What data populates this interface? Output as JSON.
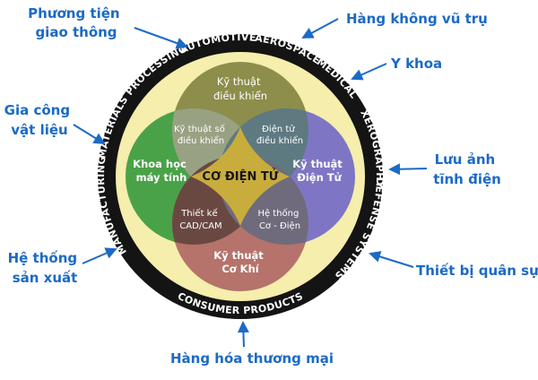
{
  "diagram": {
    "colors": {
      "ring": "#141414",
      "inner_bg": "#f5eeac",
      "control": "#8d8e4b",
      "computer": "#4aa248",
      "electronics": "#7e76c4",
      "mechanical": "#b5736b",
      "digital_control": "#99a183",
      "control_electronics": "#5e7a80",
      "cad_cam": "#6a4842",
      "electromech": "#6f6b7d",
      "center": "#c8ad3d",
      "ring_text": "#ffffff",
      "callout": "#1b6ac6"
    },
    "ring_labels": {
      "manufacturing": "MANUFACTURING",
      "materials_processing": "MATERIALS PROCESSING",
      "automotive": "AUTOMOTIVE",
      "aerospace": "AEROSPACE",
      "medical": "MEDICAL",
      "xerography": "XEROGRAPHY",
      "defense_systems": "DEFENSE SYSTEMS",
      "consumer_products": "CONSUMER PRODUCTS"
    },
    "fields": {
      "control": {
        "lines": [
          "Kỹ thuật",
          "điều khiển"
        ]
      },
      "computer_science": {
        "lines": [
          "Khoa học",
          "máy tính"
        ]
      },
      "electronics": {
        "lines": [
          "Kỹ thuật",
          "Điện Tử"
        ]
      },
      "mechanical": {
        "lines": [
          "Kỹ thuật",
          "Cơ Khí"
        ]
      },
      "digital_control": {
        "lines": [
          "Kỹ thuật số",
          "điều khiển"
        ]
      },
      "control_electronics": {
        "lines": [
          "Điện tử",
          "điều khiển"
        ]
      },
      "cad_cam": {
        "lines": [
          "Thiết kế",
          "CAD/CAM"
        ]
      },
      "electromechanics": {
        "lines": [
          "Hệ thống",
          "Cơ - Điện"
        ]
      },
      "center": "CƠ ĐIỆN TỬ"
    },
    "callouts": {
      "transport": {
        "lines": [
          "Phương tiện",
          "giao thông"
        ]
      },
      "aerospace": {
        "lines": [
          "Hàng không vũ trụ"
        ]
      },
      "medical": {
        "lines": [
          "Y khoa"
        ]
      },
      "materials": {
        "lines": [
          "Gia công",
          "vật liệu"
        ]
      },
      "xerography": {
        "lines": [
          "Lưu ảnh",
          "tĩnh điện"
        ]
      },
      "manufacturing": {
        "lines": [
          "Hệ thống",
          "sản xuất"
        ]
      },
      "defense": {
        "lines": [
          "Thiết bị quân sự"
        ]
      },
      "consumer": {
        "lines": [
          "Hàng hóa thương mại"
        ]
      }
    }
  }
}
